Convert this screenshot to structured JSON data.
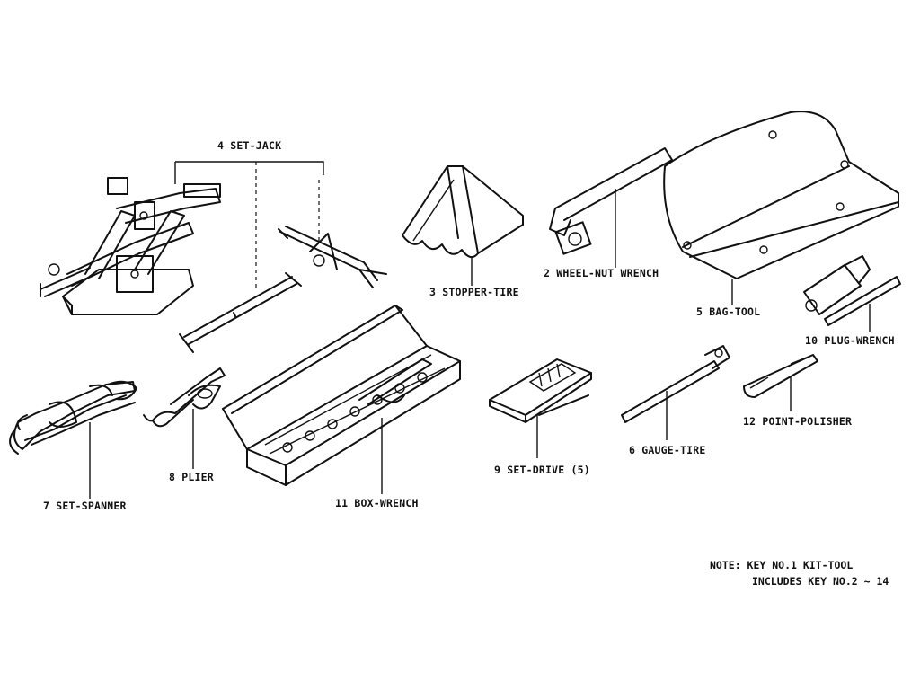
{
  "parts": {
    "set_jack": "4 SET-JACK",
    "stopper_tire": "3 STOPPER-TIRE",
    "wheel_nut_wrench": "2 WHEEL-NUT WRENCH",
    "bag_tool": "5 BAG-TOOL",
    "plug_wrench": "10 PLUG-WRENCH",
    "set_spanner": "7 SET-SPANNER",
    "plier": "8 PLIER",
    "box_wrench": "11 BOX-WRENCH",
    "set_drive": "9 SET-DRIVE (5)",
    "gauge_tire": "6 GAUGE-TIRE",
    "point_polisher": "12 POINT-POLISHER"
  },
  "note": {
    "line1": "NOTE: KEY NO.1 KIT-TOOL",
    "line2": "INCLUDES KEY NO.2 ~ 14"
  }
}
